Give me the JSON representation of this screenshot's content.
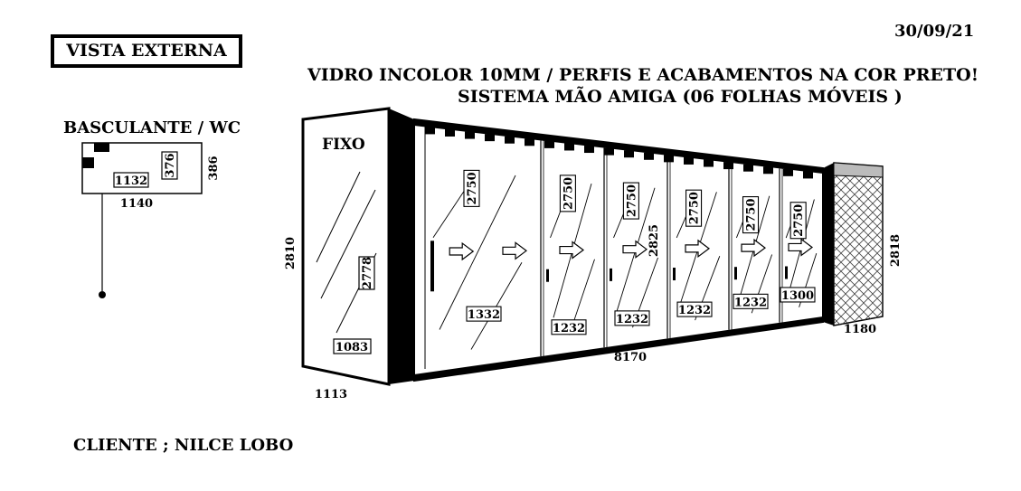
{
  "header": {
    "view_label": "VISTA EXTERNA",
    "date": "30/09/21",
    "title_line1": "VIDRO INCOLOR 10MM / PERFIS E ACABAMENTOS NA COR PRETO!",
    "title_line2": "SISTEMA MÃO AMIGA  (06 FOLHAS MÓVEIS )"
  },
  "basculante": {
    "title": "BASCULANTE /  WC",
    "inner_width": "1132",
    "inner_height": "376",
    "height": "386",
    "width": "1140"
  },
  "fixed_panel": {
    "label": "FIXO",
    "height": "2810",
    "glass_height": "2778",
    "glass_width": "1083",
    "width": "1113"
  },
  "sliding_panels": {
    "count": 6,
    "heights": [
      "2750",
      "2750",
      "2750",
      "2750",
      "2750",
      "2750"
    ],
    "widths": [
      "1332",
      "1232",
      "1232",
      "1232",
      "1232",
      "1300"
    ],
    "center_height": "2825",
    "total_width": "8170"
  },
  "side_panel": {
    "height": "2818",
    "width": "1180"
  },
  "footer": {
    "client": "CLIENTE ; NILCE LOBO"
  }
}
